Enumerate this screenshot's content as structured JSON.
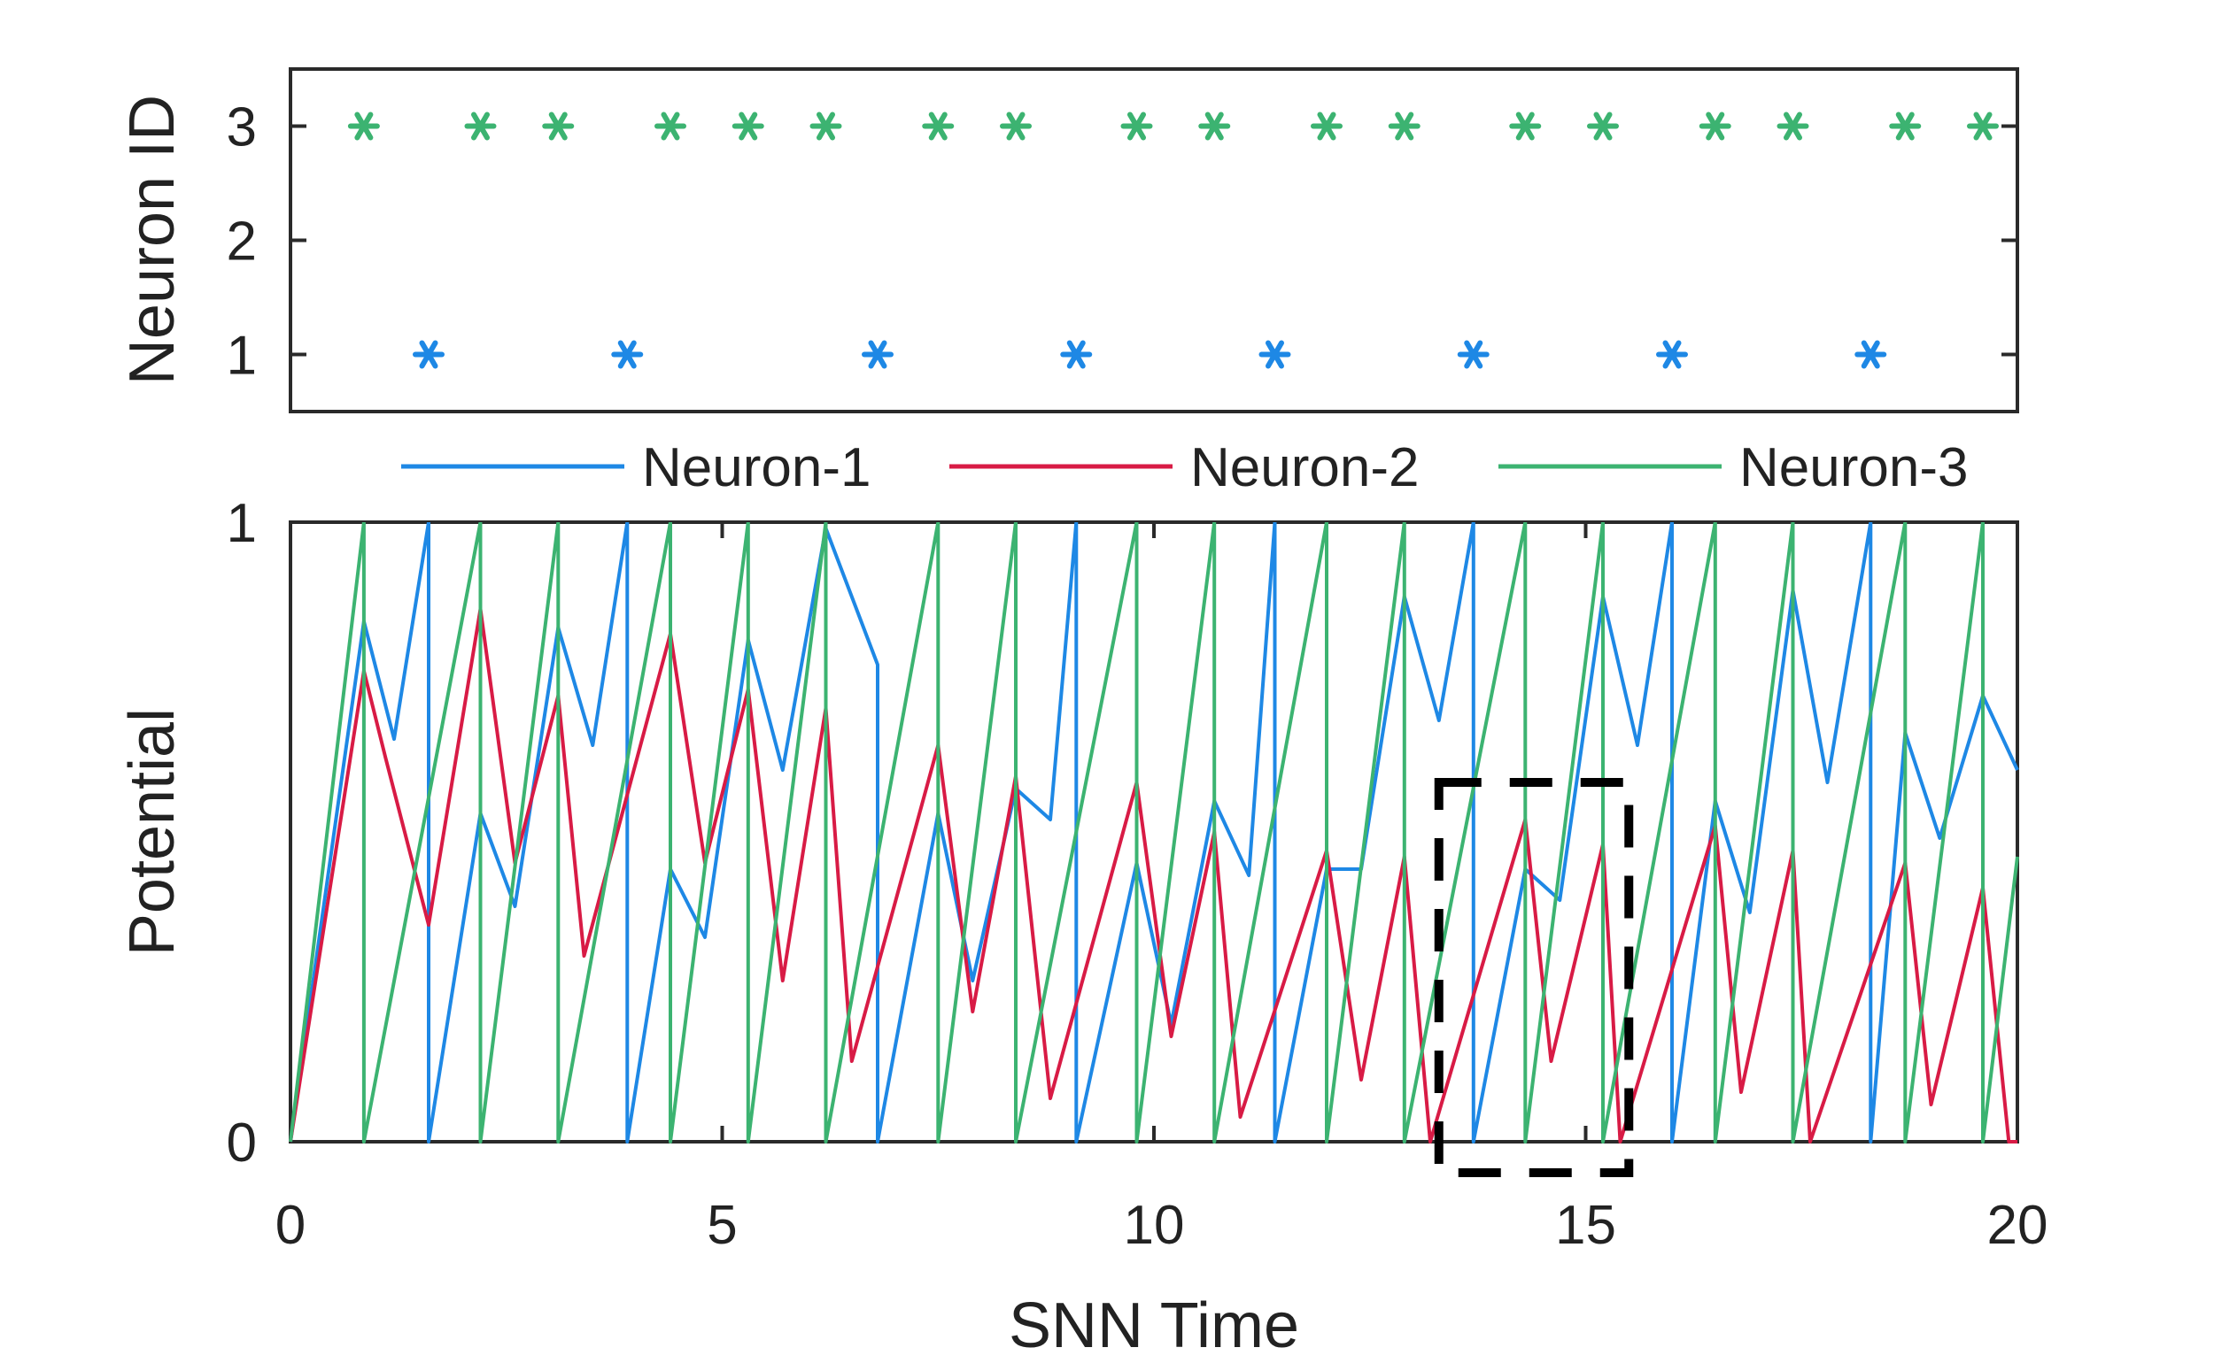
{
  "chart_data": [
    {
      "type": "scatter",
      "ylabel": "Neuron ID",
      "xlim": [
        0,
        20
      ],
      "ylim": [
        0.5,
        3.5
      ],
      "yticks": [
        "1",
        "2",
        "3"
      ],
      "marker": "asterisk",
      "grid": false,
      "series": [
        {
          "neuron": 1,
          "color": "#1e88e5",
          "x": [
            1.6,
            3.9,
            6.8,
            9.1,
            11.4,
            13.7,
            16.0,
            18.3
          ]
        },
        {
          "neuron": 3,
          "color": "#3cb371",
          "x": [
            0.85,
            2.2,
            3.1,
            4.4,
            5.3,
            6.2,
            7.5,
            8.4,
            9.8,
            10.7,
            12.0,
            12.9,
            14.3,
            15.2,
            16.5,
            17.4,
            18.7,
            19.6
          ]
        }
      ]
    },
    {
      "type": "line",
      "xlabel": "SNN Time",
      "ylabel": "Potential",
      "xlim": [
        0,
        20
      ],
      "ylim": [
        0,
        1
      ],
      "xticks": [
        "0",
        "5",
        "10",
        "15",
        "20"
      ],
      "yticks": [
        "0",
        "1"
      ],
      "grid": false,
      "legend_position": "top",
      "annotation": {
        "shape": "dashed-rectangle",
        "x": [
          13.3,
          15.5
        ],
        "y": [
          -0.05,
          0.58
        ]
      },
      "series": [
        {
          "name": "Neuron-1",
          "color": "#1e88e5",
          "x": [
            0,
            0.85,
            1.2,
            1.6,
            1.6,
            2.2,
            2.6,
            3.1,
            3.5,
            3.9,
            3.9,
            4.4,
            4.8,
            5.3,
            5.7,
            6.2,
            6.8,
            6.8,
            7.5,
            7.9,
            8.4,
            8.8,
            9.1,
            9.1,
            9.8,
            10.2,
            10.7,
            11.1,
            11.4,
            11.4,
            12.0,
            12.4,
            12.9,
            13.3,
            13.7,
            13.7,
            14.3,
            14.7,
            15.2,
            15.6,
            16.0,
            16.0,
            16.5,
            16.9,
            17.4,
            17.8,
            18.3,
            18.3,
            18.7,
            19.1,
            19.6,
            20.0
          ],
          "y": [
            0,
            0.84,
            0.65,
            1.0,
            0,
            0.53,
            0.38,
            0.83,
            0.64,
            1.0,
            0,
            0.44,
            0.33,
            0.81,
            0.6,
            0.99,
            0.77,
            0,
            0.53,
            0.26,
            0.57,
            0.52,
            1.0,
            0,
            0.45,
            0.19,
            0.55,
            0.43,
            1.0,
            0,
            0.44,
            0.44,
            0.88,
            0.68,
            1.0,
            0,
            0.44,
            0.39,
            0.88,
            0.64,
            1.0,
            0,
            0.55,
            0.37,
            0.89,
            0.58,
            1.0,
            0,
            0.66,
            0.49,
            0.72,
            0.6
          ]
        },
        {
          "name": "Neuron-2",
          "color": "#d81b45",
          "x": [
            0,
            0.85,
            1.1,
            1.6,
            2.2,
            2.6,
            3.1,
            3.4,
            4.4,
            4.8,
            5.3,
            5.7,
            6.2,
            6.5,
            7.5,
            7.9,
            8.4,
            8.8,
            9.8,
            10.2,
            10.7,
            11.0,
            12.0,
            12.4,
            12.9,
            13.2,
            14.3,
            14.6,
            15.2,
            15.4,
            16.5,
            16.8,
            17.4,
            17.6,
            18.7,
            19.0,
            19.6,
            19.9,
            20.0
          ],
          "y": [
            0,
            0.76,
            0.62,
            0.35,
            0.86,
            0.45,
            0.72,
            0.3,
            0.82,
            0.45,
            0.73,
            0.26,
            0.7,
            0.13,
            0.64,
            0.21,
            0.59,
            0.07,
            0.58,
            0.17,
            0.5,
            0.04,
            0.47,
            0.1,
            0.46,
            0.0,
            0.52,
            0.13,
            0.48,
            0.0,
            0.51,
            0.08,
            0.47,
            0.0,
            0.45,
            0.06,
            0.41,
            0.0,
            0.0
          ]
        },
        {
          "name": "Neuron-3",
          "color": "#3cb371",
          "x": [
            0,
            0.85,
            0.85,
            2.2,
            2.2,
            3.1,
            3.1,
            4.4,
            4.4,
            5.3,
            5.3,
            6.2,
            6.2,
            7.5,
            7.5,
            8.4,
            8.4,
            9.8,
            9.8,
            10.7,
            10.7,
            12.0,
            12.0,
            12.9,
            12.9,
            14.3,
            14.3,
            15.2,
            15.2,
            16.5,
            16.5,
            17.4,
            17.4,
            18.7,
            18.7,
            19.6,
            19.6,
            20.0
          ],
          "y": [
            0,
            1.0,
            0,
            1.0,
            0,
            1.0,
            0,
            1.0,
            0,
            1.0,
            0,
            1.0,
            0,
            1.0,
            0,
            1.0,
            0,
            1.0,
            0,
            1.0,
            0,
            1.0,
            0,
            1.0,
            0,
            1.0,
            0,
            1.0,
            0,
            1.0,
            0,
            1.0,
            0,
            1.0,
            0,
            1.0,
            0,
            0.46
          ]
        }
      ]
    }
  ]
}
